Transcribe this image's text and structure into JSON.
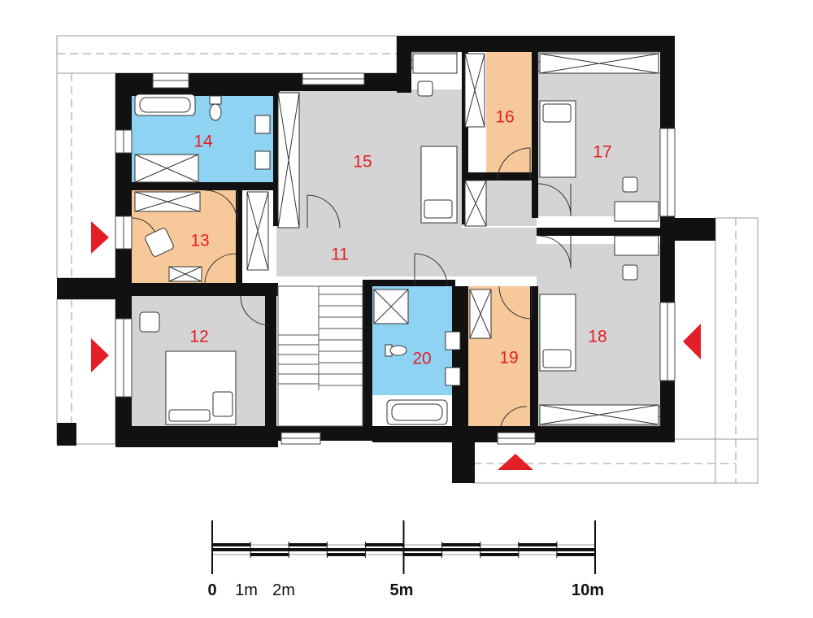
{
  "rooms": {
    "r11": "11",
    "r12": "12",
    "r13": "13",
    "r14": "14",
    "r15": "15",
    "r16": "16",
    "r17": "17",
    "r18": "18",
    "r19": "19",
    "r20": "20"
  },
  "scale": {
    "l0": "0",
    "l1": "1m",
    "l2": "2m",
    "l5": "5m",
    "l10": "10m"
  },
  "colors": {
    "bath": "#8fd3f3",
    "wardrobe": "#f7c99a",
    "floor": "#d4d4d4",
    "wall": "#111111",
    "entry_arrow": "#e41e26"
  }
}
